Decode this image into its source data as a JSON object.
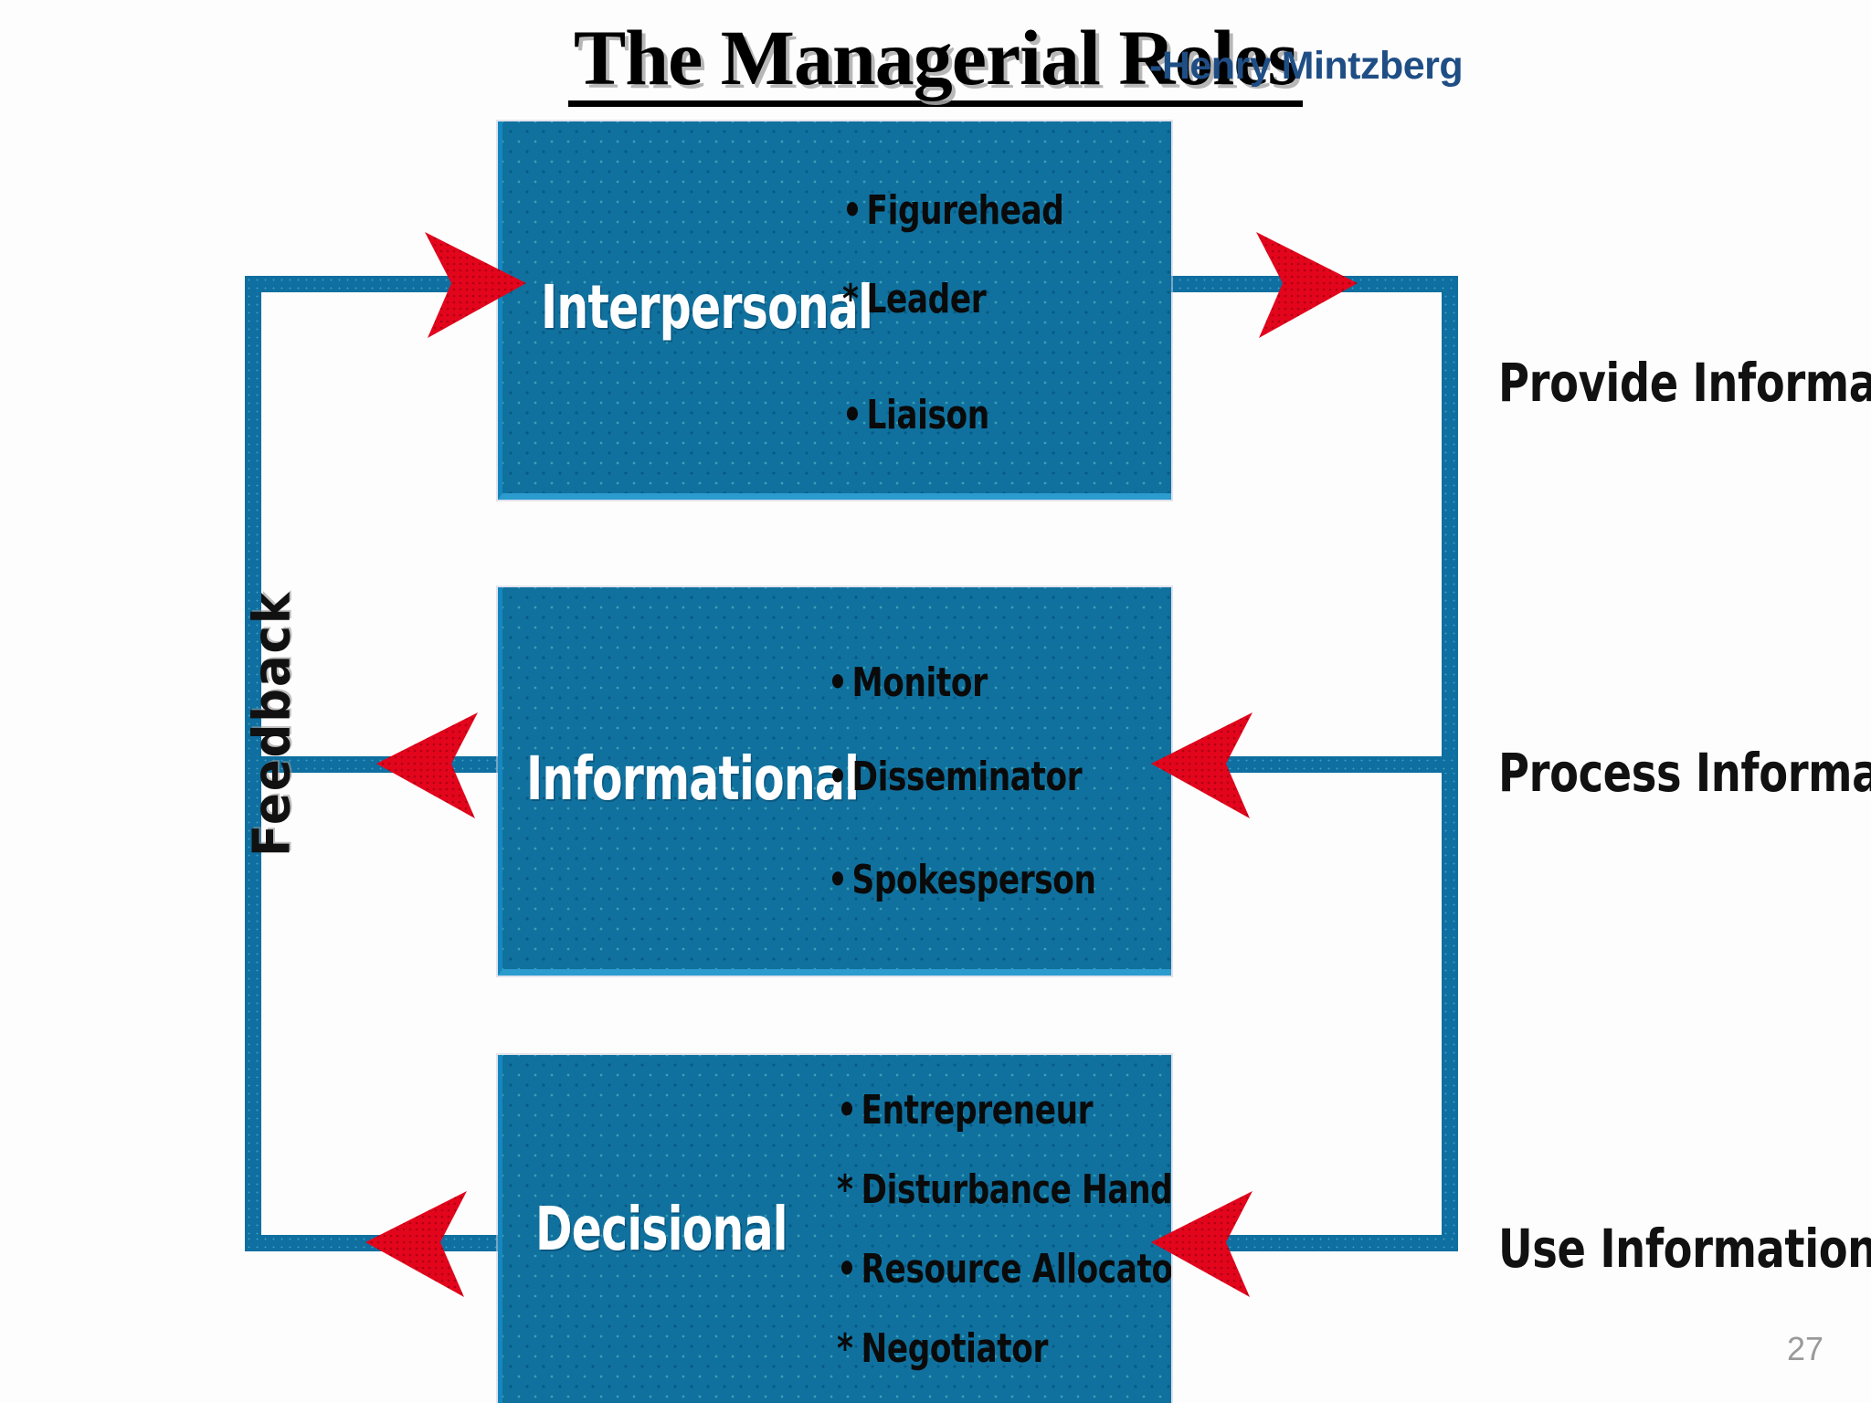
{
  "slide": {
    "title": "The Managerial Roles",
    "author_credit": "-Henry Mintzberg",
    "page_number": "27",
    "feedback_label": "Feedback"
  },
  "colors": {
    "box_fill": "#10719E",
    "box_accent": "#2C9BCD",
    "connector": "#0E6FA0",
    "arrow": "#E3051C",
    "author_blue": "#1F4E85",
    "title_black": "#000000",
    "page_number_grey": "#9A9A9A"
  },
  "boxes": [
    {
      "id": "interpersonal",
      "name": "Interpersonal",
      "roles": [
        "Figurehead",
        "Leader",
        "Liaison"
      ],
      "bullets": [
        "•",
        "*",
        "•"
      ]
    },
    {
      "id": "informational",
      "name": "Informational",
      "roles": [
        "Monitor",
        "Disseminator",
        "Spokesperson"
      ],
      "bullets": [
        "•",
        "•",
        "•"
      ]
    },
    {
      "id": "decisional",
      "name": "Decisional",
      "roles": [
        "Entrepreneur",
        "Disturbance Handler",
        "Resource Allocator",
        "Negotiator"
      ],
      "bullets": [
        "•",
        "*",
        "•",
        "*"
      ]
    }
  ],
  "flow_labels": [
    {
      "id": "provide",
      "text": "Provide Information"
    },
    {
      "id": "process",
      "text": "Process Information"
    },
    {
      "id": "use",
      "text": "Use Information"
    }
  ]
}
